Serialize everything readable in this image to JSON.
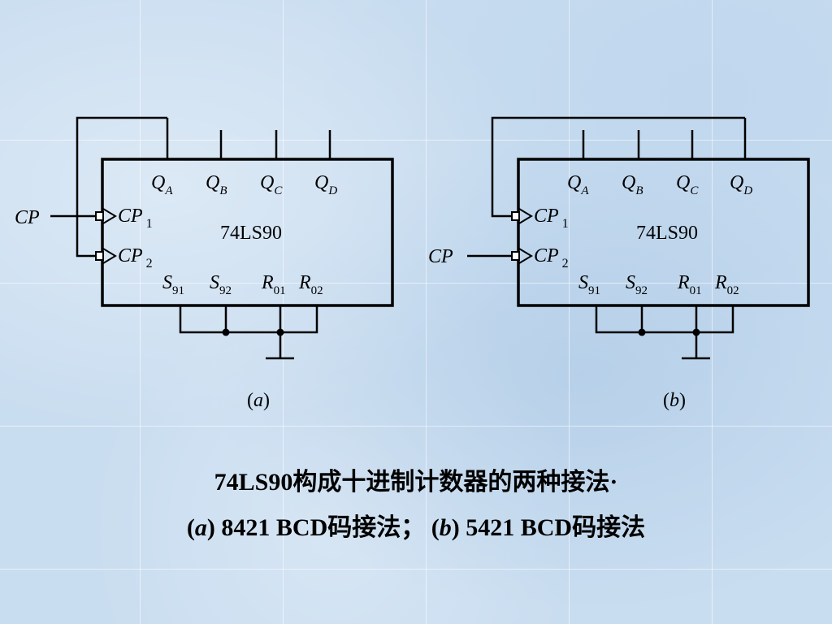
{
  "circuits": [
    {
      "chip": "74LS90",
      "label_paren_open": "(",
      "label_letter": "a",
      "label_paren_close": ")",
      "input": "CP",
      "pins": {
        "qa": "Q",
        "qa_sub": "A",
        "qb": "Q",
        "qb_sub": "B",
        "qc": "Q",
        "qc_sub": "C",
        "qd": "Q",
        "qd_sub": "D",
        "cp1": "CP",
        "cp1_sub": "1",
        "cp2": "CP",
        "cp2_sub": "2",
        "s91": "S",
        "s91_sub": "91",
        "s92": "S",
        "s92_sub": "92",
        "r01": "R",
        "r01_sub": "01",
        "r02": "R",
        "r02_sub": "02"
      }
    },
    {
      "chip": "74LS90",
      "label_paren_open": "(",
      "label_letter": "b",
      "label_paren_close": ")",
      "input": "CP",
      "pins": {
        "qa": "Q",
        "qa_sub": "A",
        "qb": "Q",
        "qb_sub": "B",
        "qc": "Q",
        "qc_sub": "C",
        "qd": "Q",
        "qd_sub": "D",
        "cp1": "CP",
        "cp1_sub": "1",
        "cp2": "CP",
        "cp2_sub": "2",
        "s91": "S",
        "s91_sub": "91",
        "s92": "S",
        "s92_sub": "92",
        "r01": "R",
        "r01_sub": "01",
        "r02": "R",
        "r02_sub": "02"
      }
    }
  ],
  "caption": {
    "line1": "74LS90构成十进制计数器的两种接法·",
    "line2_a_open": "(",
    "line2_a_letter": "a",
    "line2_a_text": ") 8421 BCD码接法；  (",
    "line2_b_letter": "b",
    "line2_b_text": ") 5421 BCD码接法"
  }
}
